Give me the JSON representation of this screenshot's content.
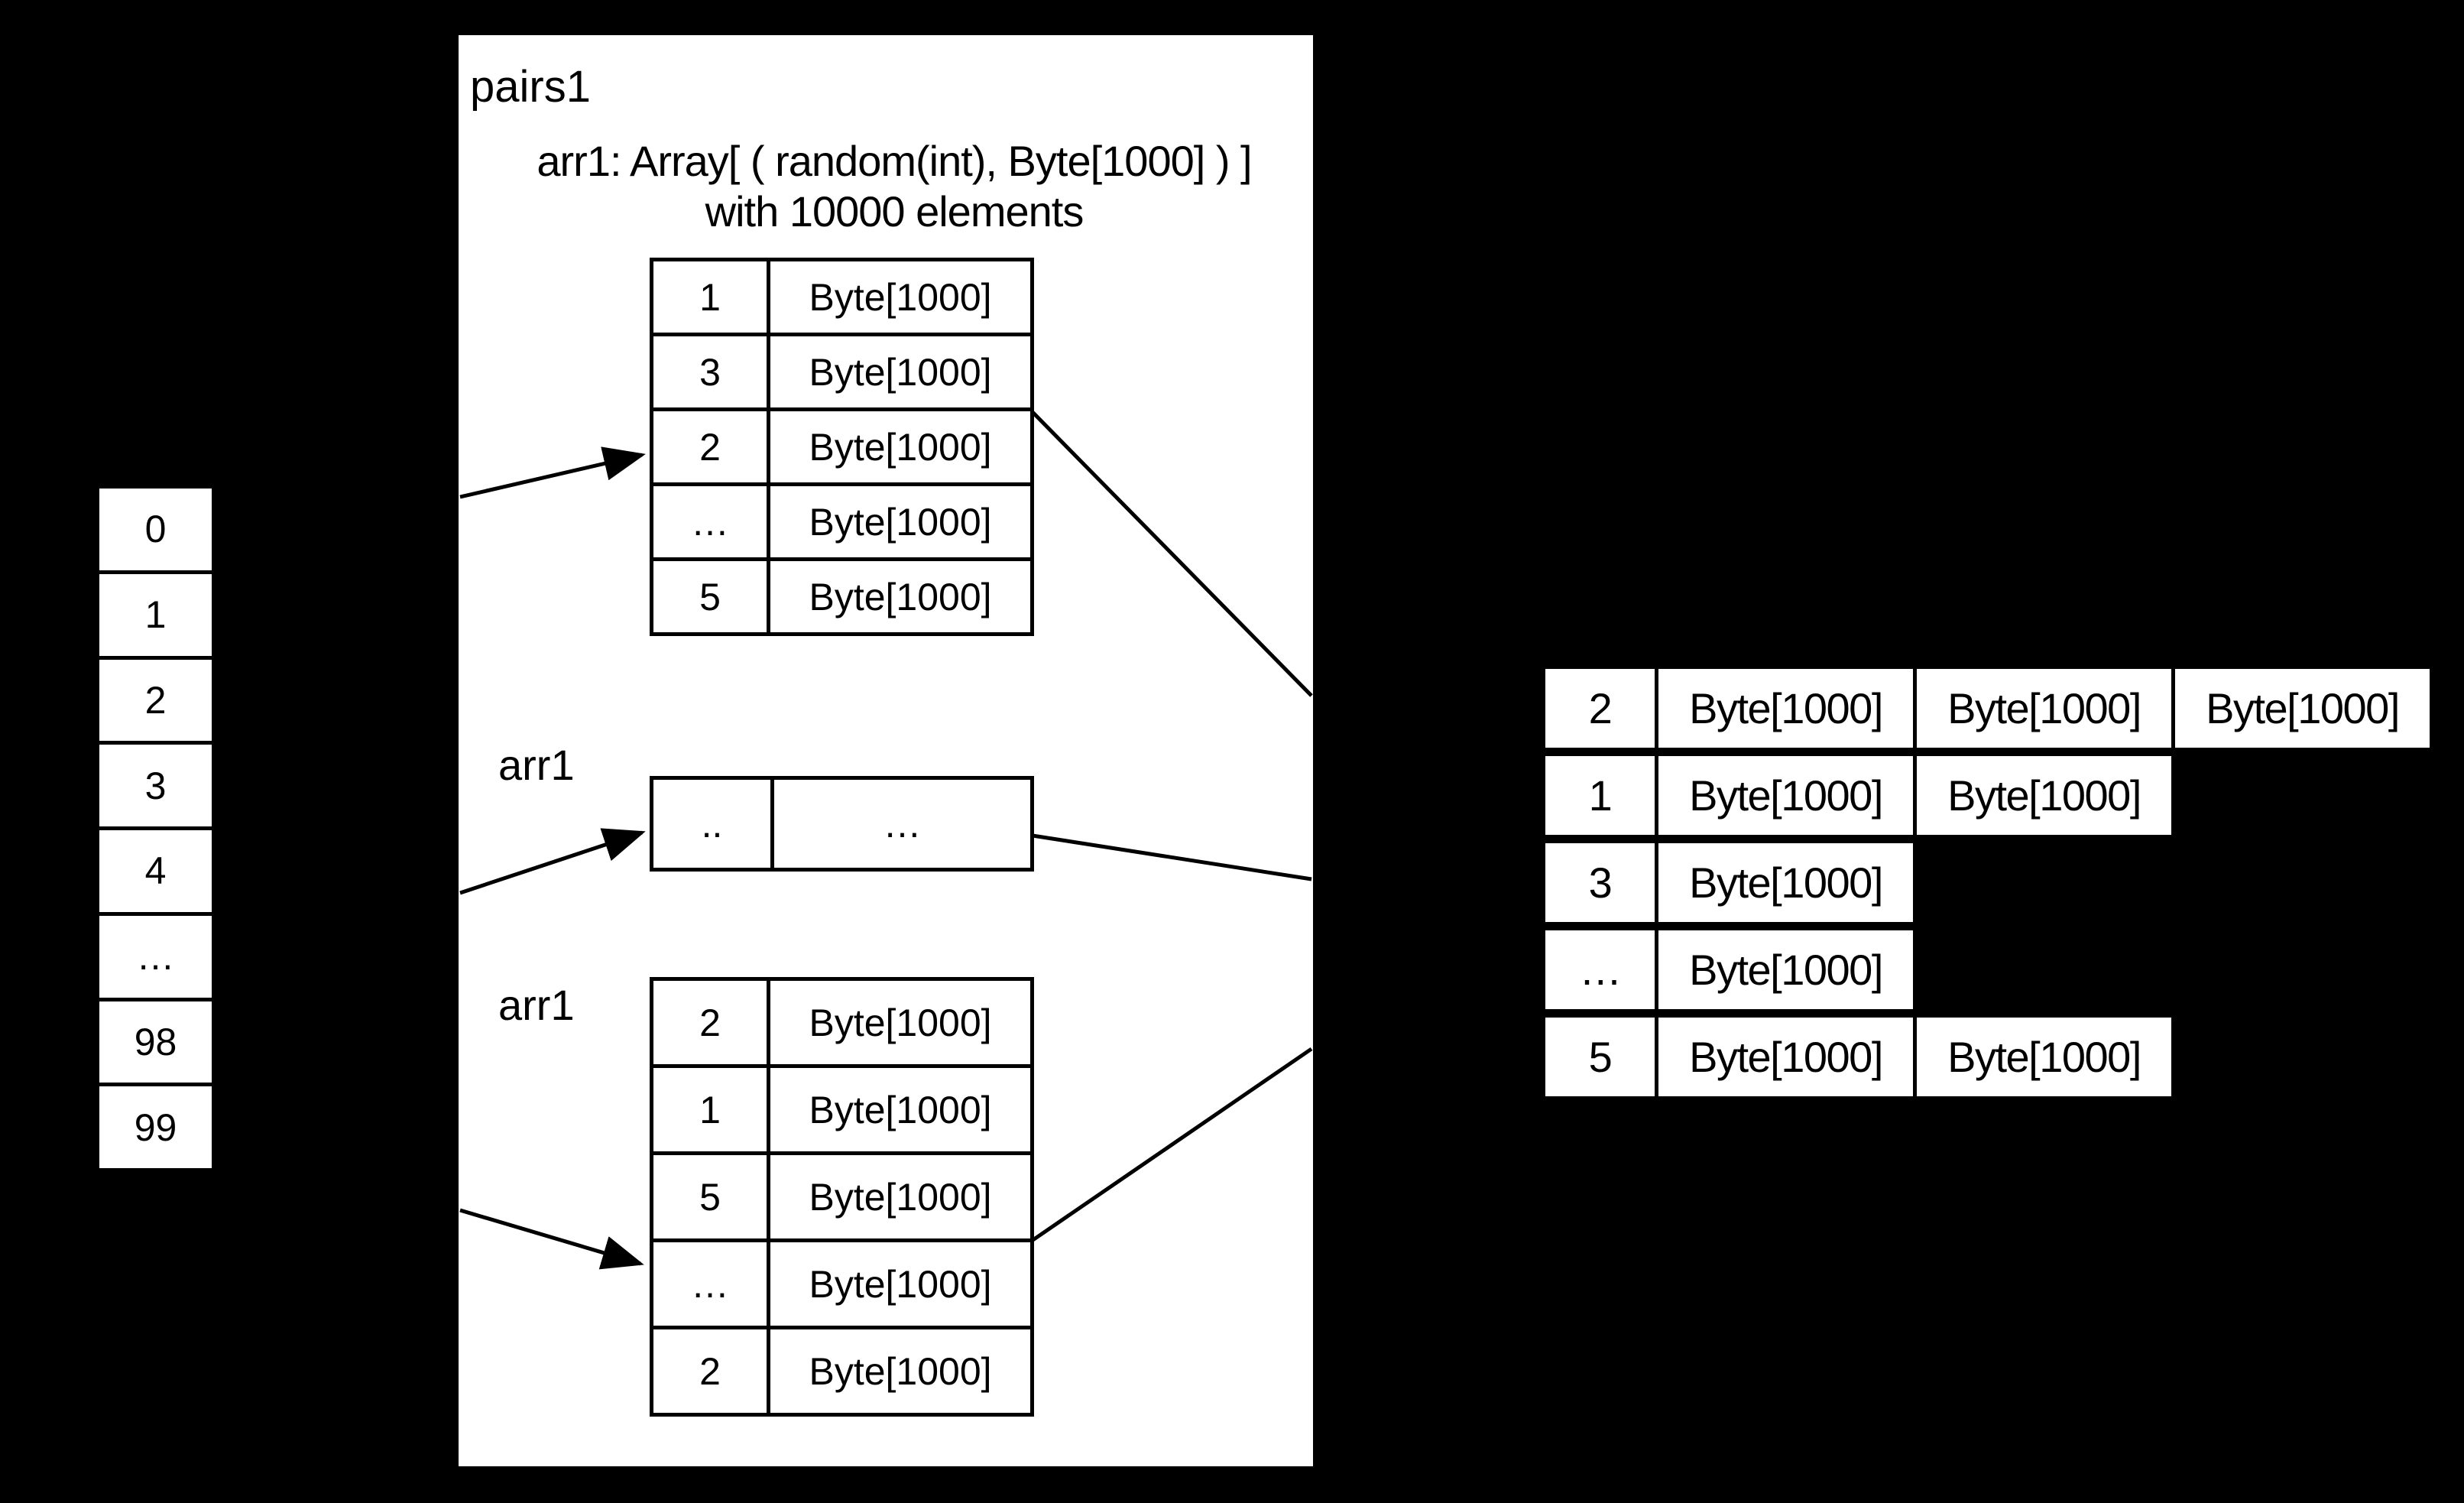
{
  "colors": {
    "background": "#000000",
    "box_fill": "#ffffff",
    "line": "#000000",
    "text": "#000000"
  },
  "pairs_box": {
    "label": "pairs1",
    "title_line1": "arr1: Array[ ( random(int), Byte[1000] ) ]",
    "title_line2": "with 10000 elements"
  },
  "index_column": {
    "cells": [
      "0",
      "1",
      "2",
      "3",
      "4",
      "…",
      "98",
      "99"
    ]
  },
  "top_table": {
    "rows": [
      {
        "key": "1",
        "value": "Byte[1000]"
      },
      {
        "key": "3",
        "value": "Byte[1000]"
      },
      {
        "key": "2",
        "value": "Byte[1000]"
      },
      {
        "key": "…",
        "value": "Byte[1000]"
      },
      {
        "key": "5",
        "value": "Byte[1000]"
      }
    ]
  },
  "ref_table": {
    "label": "arr1",
    "cells": [
      "..",
      "…"
    ]
  },
  "bottom_table": {
    "label": "arr1",
    "rows": [
      {
        "key": "2",
        "value": "Byte[1000]"
      },
      {
        "key": "1",
        "value": "Byte[1000]"
      },
      {
        "key": "5",
        "value": "Byte[1000]"
      },
      {
        "key": "…",
        "value": "Byte[1000]"
      },
      {
        "key": "2",
        "value": "Byte[1000]"
      }
    ]
  },
  "right_group": {
    "rows": [
      {
        "key": "2",
        "values": [
          "Byte[1000]",
          "Byte[1000]",
          "Byte[1000]"
        ]
      },
      {
        "key": "1",
        "values": [
          "Byte[1000]",
          "Byte[1000]"
        ]
      },
      {
        "key": "3",
        "values": [
          "Byte[1000]"
        ]
      },
      {
        "key": "…",
        "values": [
          "Byte[1000]"
        ]
      },
      {
        "key": "5",
        "values": [
          "Byte[1000]",
          "Byte[1000]"
        ]
      }
    ]
  }
}
